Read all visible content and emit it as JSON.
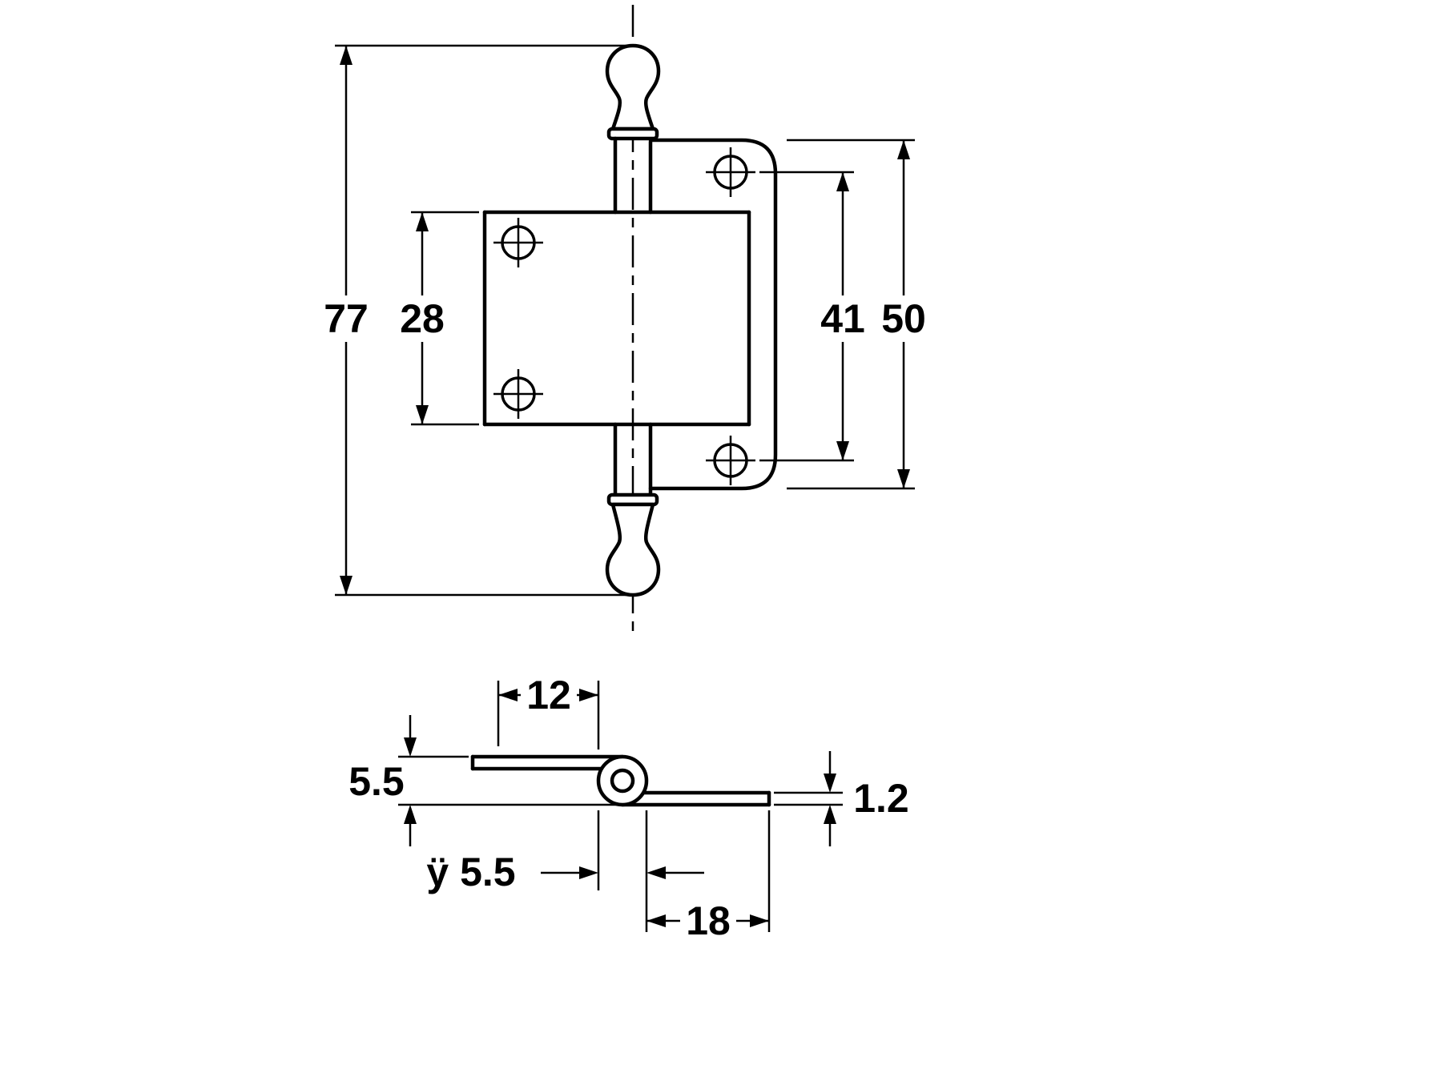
{
  "drawing": {
    "title": "hinge-technical-drawing",
    "colors": {
      "line": "#000000",
      "background": "#ffffff"
    },
    "front_view": {
      "overall_height": "77",
      "left_leaf_height": "28",
      "hole_spacing": "41",
      "flap_height": "50"
    },
    "section_view": {
      "crank_depth": "12",
      "crank_offset": "5.5",
      "material_thickness": "1.2",
      "knuckle_diameter": "ÿ 5.5",
      "flap_length": "18"
    }
  }
}
